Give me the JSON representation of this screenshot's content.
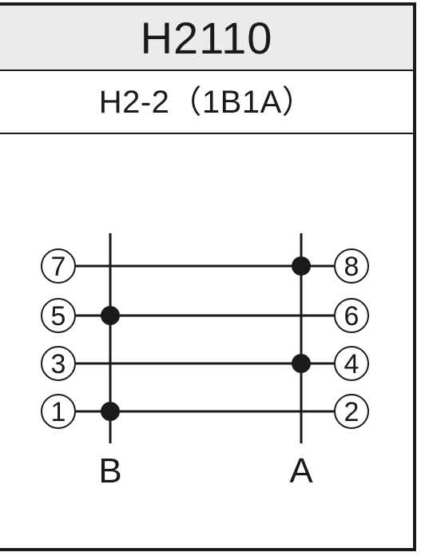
{
  "header": {
    "model": "H2110",
    "contact_form": "H2-2（1B1A）"
  },
  "schematic": {
    "terminals": [
      {
        "id": "t7",
        "left_label": "7",
        "right_label": "8",
        "dot_on": "A"
      },
      {
        "id": "t5",
        "left_label": "5",
        "right_label": "6",
        "dot_on": "B"
      },
      {
        "id": "t3",
        "left_label": "3",
        "right_label": "4",
        "dot_on": "A"
      },
      {
        "id": "t1",
        "left_label": "1",
        "right_label": "2",
        "dot_on": "B"
      }
    ],
    "bus_labels": {
      "b": "B",
      "a": "A"
    }
  },
  "colors": {
    "ink": "#1a1a1a",
    "header_bg": "#ebebeb"
  }
}
